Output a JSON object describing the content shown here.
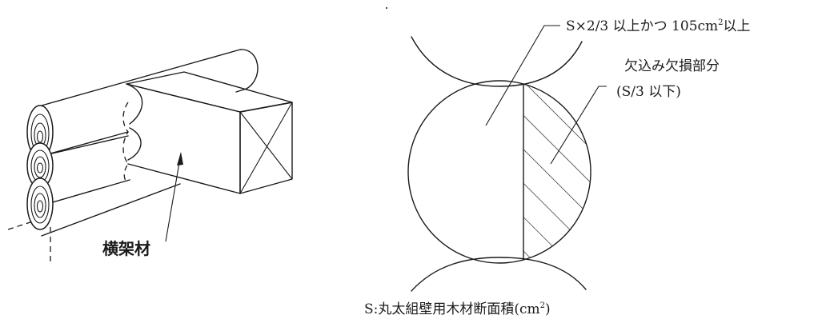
{
  "left_figure": {
    "beam_label": "横架材"
  },
  "right_figure": {
    "remaining_label_main": "S×2/3 以上かつ 105cm",
    "remaining_label_sup": "2",
    "remaining_label_tail": "以上",
    "notch_label_line1": "欠込み欠損部分",
    "notch_label_line2": "(S/3 以下)",
    "caption_main": "S:丸太組壁用木材断面積(cm",
    "caption_sup": "2",
    "caption_tail": ")"
  }
}
